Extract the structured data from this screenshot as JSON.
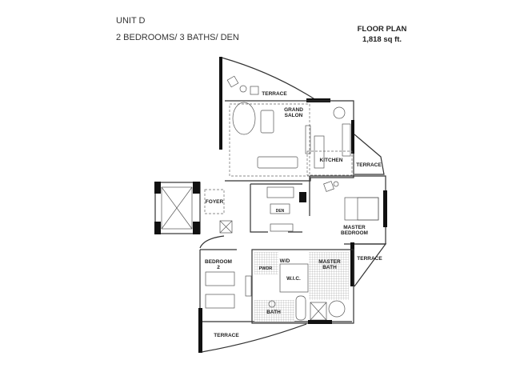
{
  "header": {
    "unit": "UNIT D",
    "summary": "2 BEDROOMS/ 3 BATHS/ DEN",
    "plan_title": "FLOOR PLAN",
    "area": "1,818 sq ft."
  },
  "rooms": {
    "terrace_top": "TERRACE",
    "grand_salon_1": "GRAND",
    "grand_salon_2": "SALON",
    "kitchen": "KITCHEN",
    "terrace_kitchen": "TERRACE",
    "foyer": "FOYER",
    "den": "DEN",
    "master_bedroom_1": "MASTER",
    "master_bedroom_2": "BEDROOM",
    "terrace_master": "TERRACE",
    "bedroom2_1": "BEDROOM",
    "bedroom2_2": "2",
    "wd": "W/D",
    "pwdr": "PWDR",
    "wic": "W.I.C.",
    "master_bath_1": "MASTER",
    "master_bath_2": "BATH",
    "bath": "BATH",
    "terrace_bottom": "TERRACE"
  }
}
